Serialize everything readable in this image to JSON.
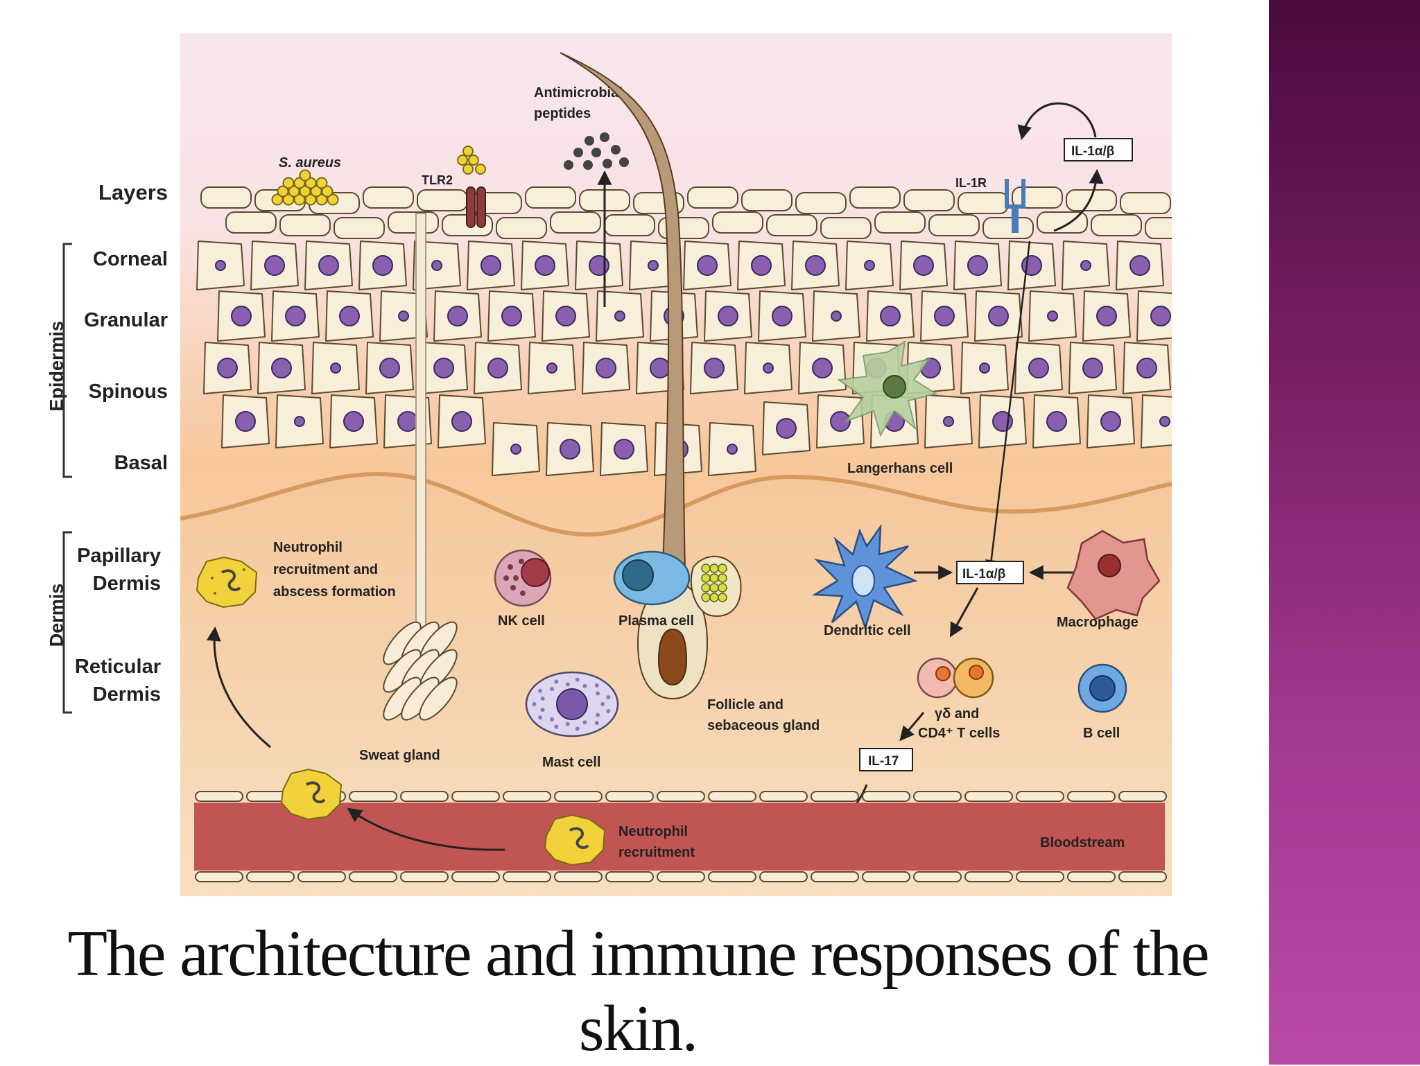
{
  "caption": "The architecture and immune responses of the skin.",
  "side_labels": {
    "layers": "Layers",
    "corneal": "Corneal",
    "granular": "Granular",
    "spinous": "Spinous",
    "basal": "Basal",
    "papillary_dermis": "Papillary Dermis",
    "reticular_dermis": "Reticular Dermis",
    "epidermis": "Epidermis",
    "dermis": "Dermis"
  },
  "labels": {
    "s_aureus": "S. aureus",
    "tlr2": "TLR2",
    "antimicrobial_1": "Antimicrobial",
    "antimicrobial_2": "peptides",
    "il1r": "IL-1R",
    "il1_top": "IL-1α/β",
    "langerhans": "Langerhans cell",
    "neutro_abscess_1": "Neutrophil",
    "neutro_abscess_2": "recruitment and",
    "neutro_abscess_3": "abscess formation",
    "nk": "NK cell",
    "plasma": "Plasma cell",
    "dendritic": "Dendritic cell",
    "il1_mid": "IL-1α/β",
    "macrophage": "Macrophage",
    "follicle_1": "Follicle and",
    "follicle_2": "sebaceous gland",
    "tcell_1": "γδ and",
    "tcell_2": "CD4⁺ T cells",
    "bcell": "B cell",
    "sweat": "Sweat gland",
    "mast": "Mast cell",
    "il17": "IL-17",
    "neutro_rec_1": "Neutrophil",
    "neutro_rec_2": "recruitment",
    "bloodstream": "Bloodstream"
  },
  "colors": {
    "sidebar": "#8b2a78",
    "nucleus": "#8a5fb0",
    "cell_fill": "#f7efd9",
    "blood": "#c25452",
    "neutrophil": "#f2d23a",
    "dendritic": "#5b8fd6",
    "plasma": "#76b7e3",
    "nk": "#d9a0b0",
    "mast": "#d7d0ea",
    "langerhans": "#a9c690",
    "macrophage": "#e08a86",
    "bcell": "#6aa6e0",
    "tcell_a": "#f2b8b0",
    "tcell_b": "#f0b760"
  }
}
